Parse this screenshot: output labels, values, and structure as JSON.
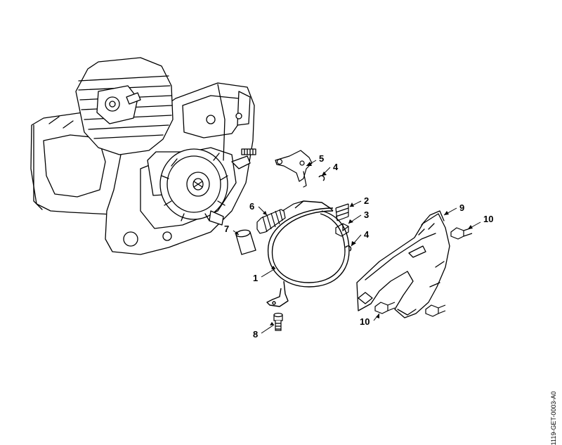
{
  "callouts": {
    "c1": "1",
    "c2": "2",
    "c3": "3",
    "c4a": "4",
    "c4b": "4",
    "c5": "5",
    "c6": "6",
    "c7": "7",
    "c8": "8",
    "c9": "9",
    "c10a": "10",
    "c10b": "10"
  },
  "reference_code": "1119-GET-0003-A0",
  "colors": {
    "line": "#000000",
    "background": "#ffffff"
  }
}
